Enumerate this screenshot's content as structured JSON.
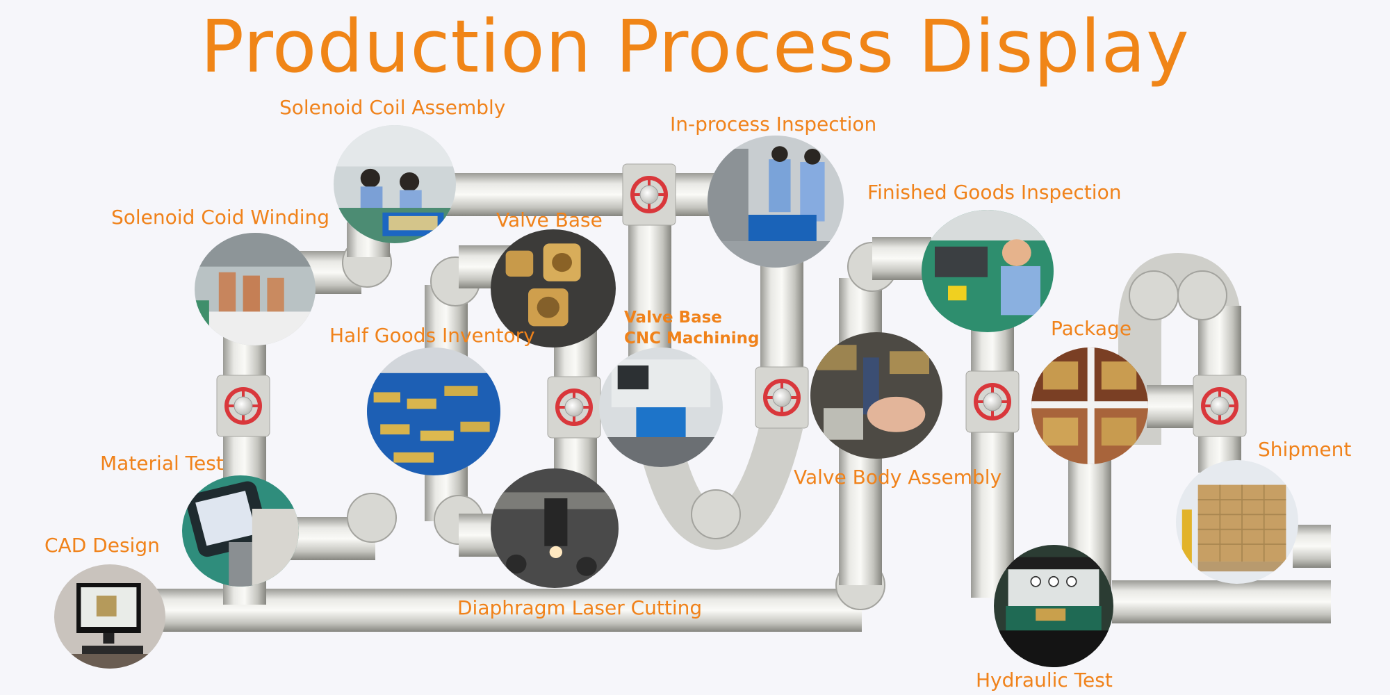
{
  "title": "Production Process Display",
  "colors": {
    "title": "#f08517",
    "label": "#f0821a",
    "pipe_light": "#f2f2ee",
    "pipe_mid": "#c9c9c3",
    "pipe_dark": "#8f8f8a",
    "valve_red": "#d9373b",
    "background": "#f6f6fa"
  },
  "stations": [
    {
      "id": "cad-design",
      "label": "CAD Design",
      "scene": "monitor"
    },
    {
      "id": "material-test",
      "label": "Material Test",
      "scene": "handheld-analyzer"
    },
    {
      "id": "solenoid-coil-winding",
      "label": "Solenoid Coid Winding",
      "scene": "copper-coils"
    },
    {
      "id": "solenoid-coil-assembly",
      "label": "Solenoid Coil Assembly",
      "scene": "assembly-line-workers"
    },
    {
      "id": "half-goods-inventory",
      "label": "Half Goods Inventory",
      "scene": "blue-crates"
    },
    {
      "id": "valve-base",
      "label": "Valve Base",
      "scene": "brass-parts"
    },
    {
      "id": "diaphragm-laser-cutting",
      "label": "Diaphragm Laser Cutting",
      "scene": "laser-cutter"
    },
    {
      "id": "valve-base-cnc-machining",
      "label_lines": [
        "Valve Base",
        "CNC Machining"
      ],
      "scene": "cnc-machine"
    },
    {
      "id": "in-process-inspection",
      "label": "In-process Inspection",
      "scene": "inspection-workers"
    },
    {
      "id": "valve-body-assembly",
      "label": "Valve Body Assembly",
      "scene": "hand-assembly"
    },
    {
      "id": "finished-goods-inspection",
      "label": "Finished Goods Inspection",
      "scene": "inspector"
    },
    {
      "id": "hydraulic-test",
      "label": "Hydraulic Test",
      "scene": "test-bench"
    },
    {
      "id": "package",
      "label": "Package",
      "scene": "boxed-valves"
    },
    {
      "id": "shipment",
      "label": "Shipment",
      "scene": "pallet-boxes"
    }
  ]
}
